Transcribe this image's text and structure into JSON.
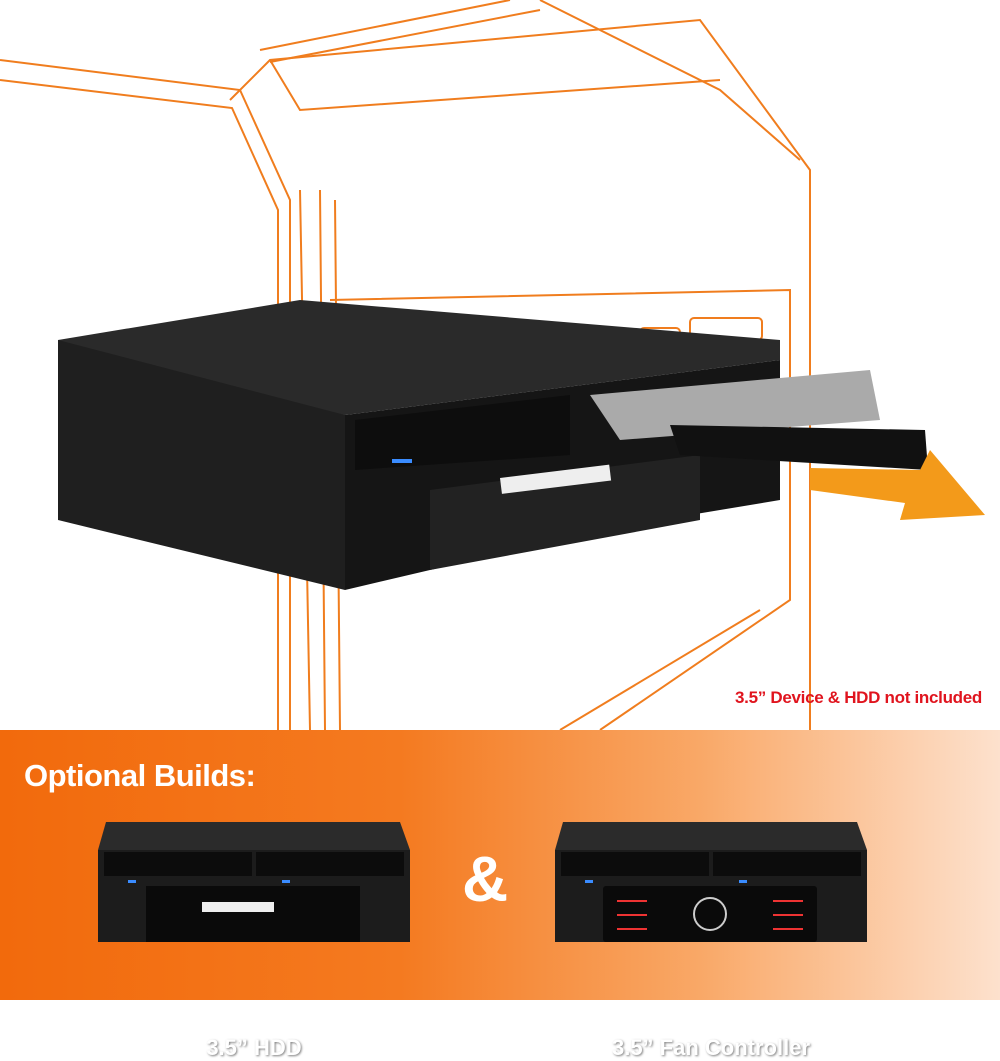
{
  "hero": {
    "note": "3.5” Device & HDD not included",
    "colors": {
      "outline": "#f07d1e",
      "arrow": "#f39a1a",
      "note": "#e0141e",
      "enclosure": "#1a1a1a"
    }
  },
  "optional_builds": {
    "title": "Optional Builds:",
    "separator": "&",
    "builds": [
      {
        "label": "3.5” HDD"
      },
      {
        "label": "3.5” Fan Controller"
      }
    ],
    "colors": {
      "band_start": "#f26a0c",
      "band_end": "#fde1cd"
    }
  }
}
